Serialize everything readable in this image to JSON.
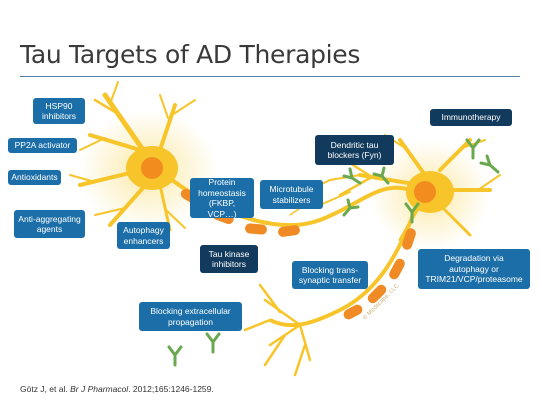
{
  "title": "Tau Targets of AD Therapies",
  "labels": {
    "hsp90": "HSP90\ninhibitors",
    "pp2a": "PP2A activator",
    "antioxidants": "Antioxidants",
    "anti_aggregating": "Anti-aggregating\nagents",
    "autophagy": "Autophagy\nenhancers",
    "protein_homeostasis": "Protein\nhomeostasis\n(FKBP, VCP…)",
    "tau_kinase": "Tau kinase\ninhibitors",
    "microtubule": "Microtubule\nstabilizers",
    "dendritic": "Dendritic tau\nblockers (Fyn)",
    "immunotherapy": "Immunotherapy",
    "blocking_trans": "Blocking trans-\nsynaptic transfer",
    "degradation": "Degradation via\nautophagy or\nTRIM21/VCP/proteasome",
    "extracellular": "Blocking extracellular\npropagation"
  },
  "watermark": "© Medscape, LLC",
  "citation": {
    "authors": "Götz J, et al.",
    "journal": "Br J Pharmacol",
    "details": ". 2012;165:1246-1259."
  },
  "colors": {
    "box_blue": "#1b6ea8",
    "box_navy": "#123a5c",
    "neuron_yellow": "#f7c52a",
    "neuron_glow": "#fbe9a6",
    "nucleus_orange": "#f28c1e",
    "myelin_orange": "#f08a24",
    "antibody_green": "#6aa84f"
  }
}
